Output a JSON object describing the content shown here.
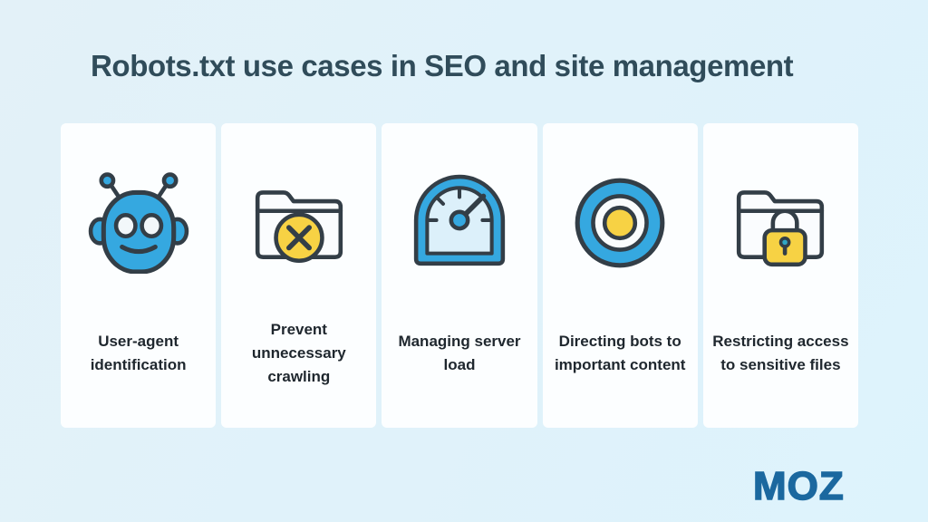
{
  "title": "Robots.txt use cases in SEO and site management",
  "cards": [
    {
      "icon": "robot-icon",
      "label": "User-agent identification"
    },
    {
      "icon": "folder-block-icon",
      "label": "Prevent unnecessary crawling"
    },
    {
      "icon": "speedometer-icon",
      "label": "Managing server load"
    },
    {
      "icon": "target-icon",
      "label": "Directing bots to important content"
    },
    {
      "icon": "folder-lock-icon",
      "label": "Restricting access to sensitive files"
    }
  ],
  "logo": {
    "text": "MOZ"
  },
  "colors": {
    "background": "#ddf3fc",
    "card": "#fcfeff",
    "title_text": "#304c5a",
    "label_text": "#1f272e",
    "icon_blue": "#35a8e0",
    "icon_outline": "#333e47",
    "icon_yellow": "#f7d244",
    "gauge_face": "#dcf0fa",
    "keyhole_teal": "#2ea6c6",
    "logo_blue": "#1b689f"
  }
}
